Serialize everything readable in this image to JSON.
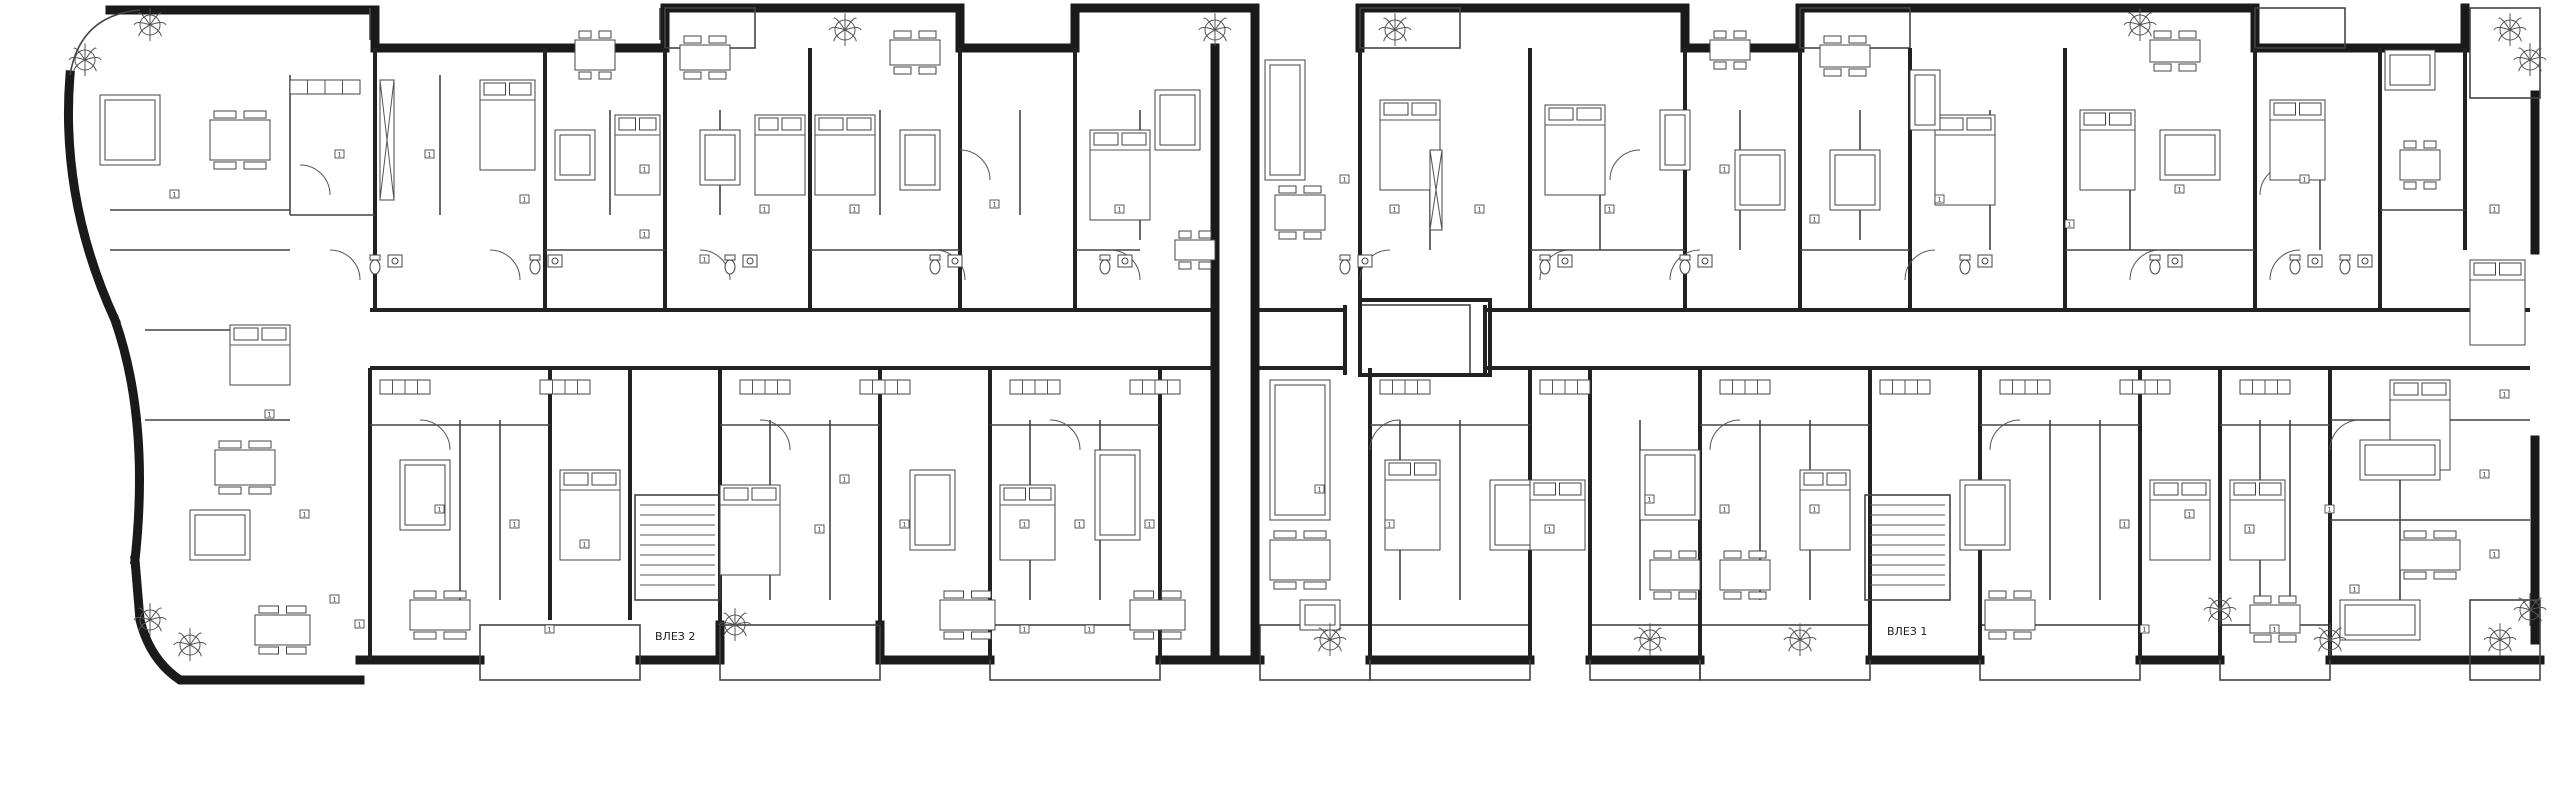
{
  "entrances": [
    {
      "label": "ВЛЕЗ 2"
    },
    {
      "label": "ВЛЕЗ 1"
    }
  ],
  "room_tag_text": "1",
  "colors": {
    "wall": "#1a1a1a",
    "line": "#444444",
    "background": "#ffffff"
  }
}
